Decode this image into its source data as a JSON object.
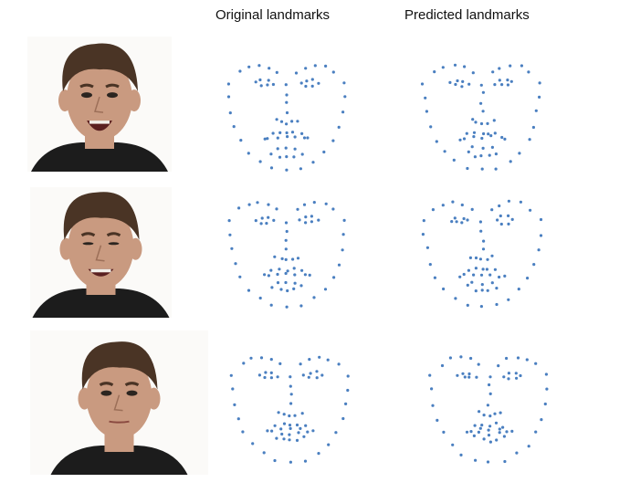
{
  "headers": {
    "original": "Original landmarks",
    "predicted": "Predicted landmarks"
  },
  "colors": {
    "dot": "#4a7fc0",
    "skin": "#c99a80",
    "hair": "#4a3425",
    "shirt": "#1c1c1c",
    "background": "#fbfaf8"
  },
  "rows": [
    {
      "expression": "smile-open-mouth",
      "mouth_open": 0.9
    },
    {
      "expression": "squint-grin",
      "mouth_open": 0.5
    },
    {
      "expression": "neutral",
      "mouth_open": 0.0
    }
  ]
}
